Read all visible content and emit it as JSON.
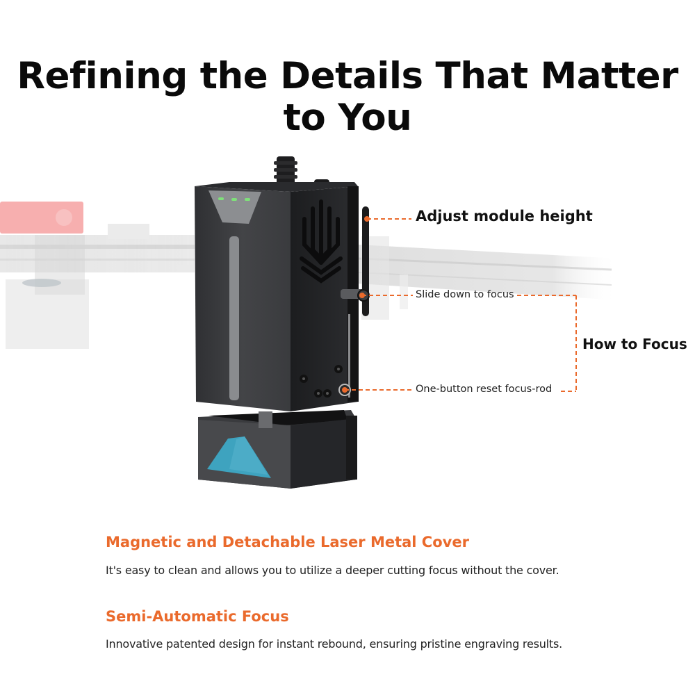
{
  "header": {
    "title_line1": "Refining the Details That Matter",
    "title_line2": "to You"
  },
  "callouts": {
    "adjust_height": "Adjust module height",
    "slide_down": "Slide down to focus",
    "how_to_focus": "How to Focus",
    "reset_rod": "One-button reset focus-rod"
  },
  "features": [
    {
      "heading": "Magnetic and Detachable Laser Metal Cover",
      "description": "It's easy to clean and allows you to utilize a deeper cutting focus without the cover."
    },
    {
      "heading": "Semi-Automatic Focus",
      "description": "Innovative patented design for instant rebound, ensuring pristine engraving results."
    }
  ],
  "colors": {
    "accent_orange": "#ea6a2c",
    "module_body": "#3a3b3d",
    "module_side": "#26272a",
    "lens_blue": "#3ea3bf",
    "led_green": "#7fe07a"
  }
}
